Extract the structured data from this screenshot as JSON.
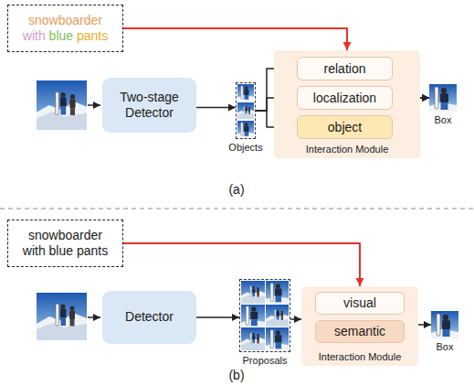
{
  "diagram": {
    "nodes": [
      {
        "text": [
          "snowboarder with blue pants"
        ]
      },
      {
        "text": [
          "Two-stage Detector"
        ]
      },
      {
        "text": [
          "Objects"
        ]
      },
      {
        "text": [
          "Interaction Module"
        ]
      },
      {
        "text": [
          "relation"
        ],
        "in": 3
      },
      {
        "text": [
          "localization"
        ],
        "in": 3
      },
      {
        "text": [
          "object"
        ],
        "in": 3
      },
      {
        "text": [
          "Box"
        ]
      },
      {
        "text": [
          "snowboarder with blue pants"
        ]
      },
      {
        "text": [
          "Detector"
        ]
      },
      {
        "text": [
          "Proposals"
        ]
      },
      {
        "text": [
          "Interaction Module"
        ]
      },
      {
        "text": [
          "visual"
        ],
        "in": 11
      },
      {
        "text": [
          "semantic"
        ],
        "in": 11
      },
      {
        "text": [
          "Box"
        ]
      }
    ],
    "edges": [
      {
        "from": 0,
        "to": 3,
        "arrow": "to"
      },
      {
        "from": 1,
        "to": 2,
        "arrow": "to"
      },
      {
        "from": 2,
        "to": 4,
        "arrow": "to"
      },
      {
        "from": 2,
        "to": 5,
        "arrow": "to"
      },
      {
        "from": 2,
        "to": 6,
        "arrow": "to"
      },
      {
        "from": 4,
        "to": 7,
        "arrow": "to"
      },
      {
        "from": 5,
        "to": 7,
        "arrow": "to"
      },
      {
        "from": 6,
        "to": 7,
        "arrow": "to"
      },
      {
        "from": 8,
        "to": 11,
        "arrow": "to"
      },
      {
        "from": 9,
        "to": 10,
        "arrow": "to"
      },
      {
        "from": 10,
        "to": 11,
        "arrow": "to"
      },
      {
        "from": 11,
        "to": 14,
        "arrow": "to"
      }
    ],
    "labels": [
      "(a)",
      "(b)"
    ]
  }
}
